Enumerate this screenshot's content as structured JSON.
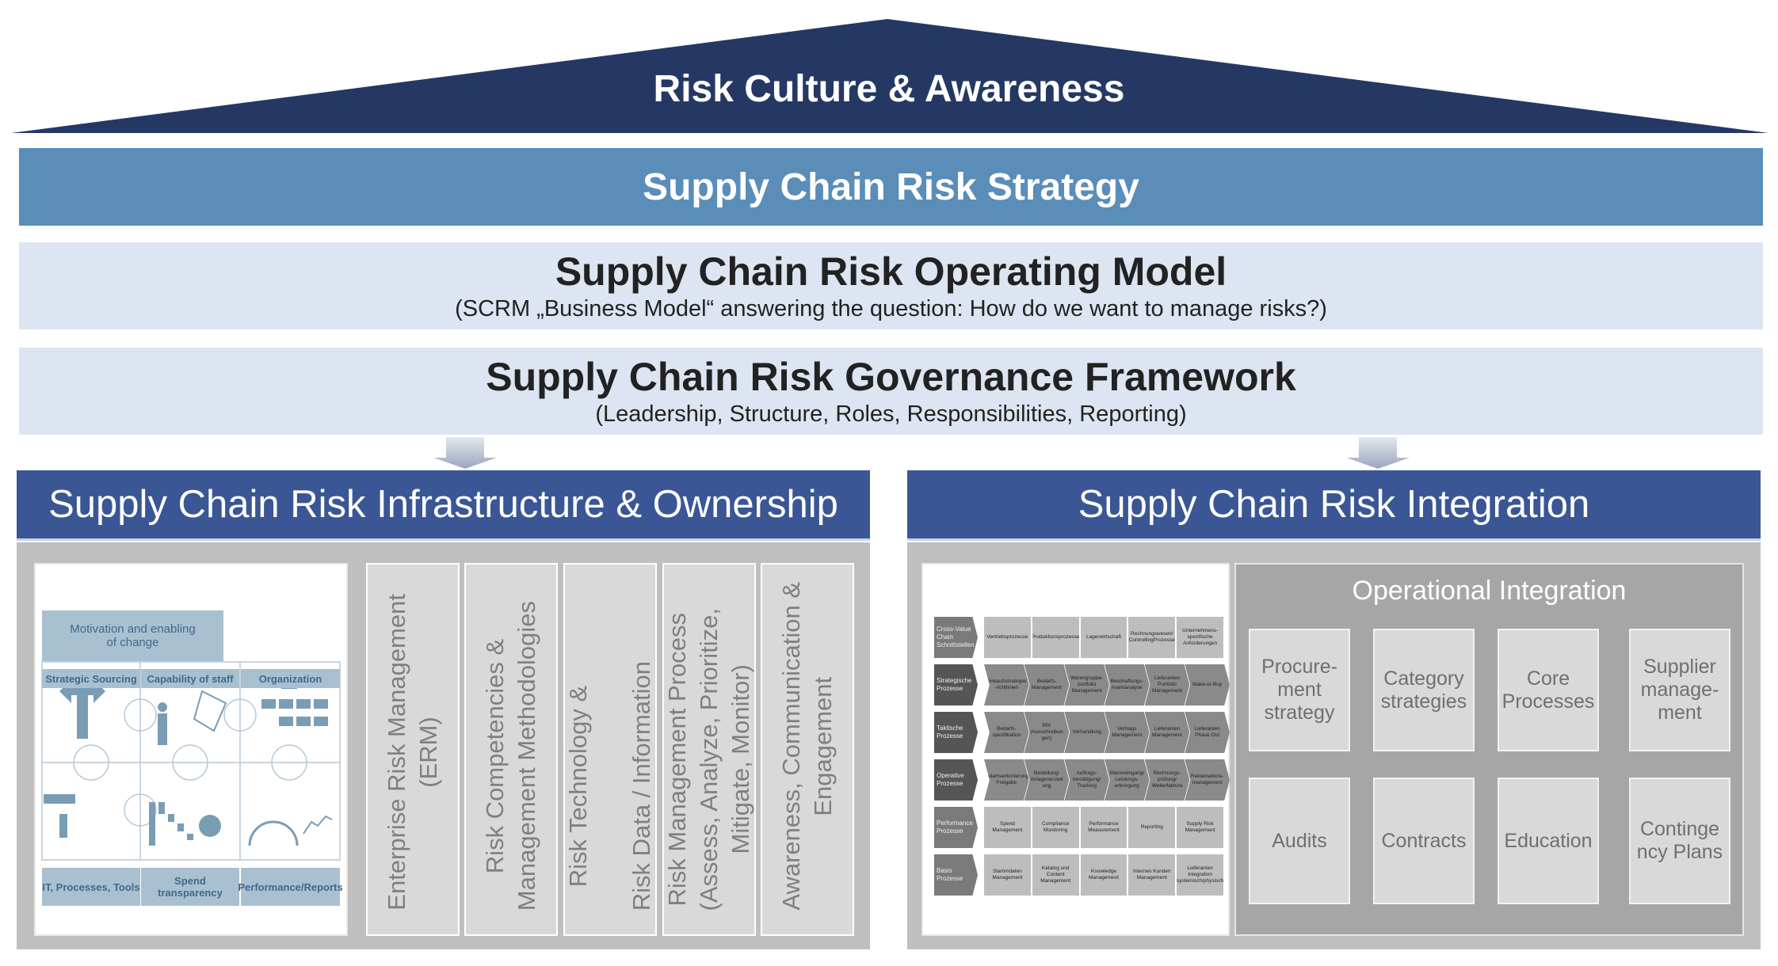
{
  "roof": {
    "title": "Risk Culture & Awareness",
    "color": "#253864"
  },
  "strategy": {
    "title": "Supply Chain Risk Strategy",
    "color": "#5a8db8"
  },
  "operating_model": {
    "title": "Supply Chain Risk Operating Model",
    "subtitle": "(SCRM „Business Model“ answering the question: How do we want to manage risks?)"
  },
  "governance": {
    "title": "Supply Chain Risk Governance Framework",
    "subtitle": "(Leadership, Structure, Roles, Responsibilities, Reporting)"
  },
  "infrastructure": {
    "title": "Supply Chain Risk Infrastructure & Ownership",
    "image": {
      "top_label": "Motivation and enabling\nof change",
      "headers": [
        "Strategic Sourcing",
        "Capability of staff",
        "Organization"
      ],
      "footers": [
        "IT, Processes, Tools",
        "Spend transparency",
        "Performance/Reports"
      ]
    },
    "pillars": [
      "Enterprise Risk Management\n(ERM)",
      "Risk Competencies &\nManagement Methodologies",
      "Risk Technology &\n\nRisk Data / Information",
      "Risk Management Process\n(Assess, Analyze, Prioritize,\nMitigate, Monitor)",
      "Awareness, Communication &\nEngagement"
    ]
  },
  "integration": {
    "title": "Supply Chain Risk Integration",
    "process_map": [
      {
        "label": "Cross-Value\nChain\nSchnittstellen",
        "shape": "box",
        "items": [
          "Vertriebsprozesse",
          "Produktionsprozesse",
          "Lagerwirtschaft",
          "Rechnungswesen/\nControllingProzesse",
          "Unternehmens-\nspezifische\nAnforderungen"
        ]
      },
      {
        "label": "Strategische\nProzesse",
        "shape": "chevron",
        "items": [
          "Einkaufsstrategie/\n-richtlinien",
          "Bedarfs-\nManagement",
          "Warengruppe-\nportfolio\nManagement",
          "Beschaffungs-\nmarktanalyse",
          "Lieferanten\nPortfolio\nManagement",
          "Make-or-Buy"
        ]
      },
      {
        "label": "Taktische\nProzesse",
        "shape": "chevron",
        "items": [
          "Bedarfs-\nspezifikation",
          "RfX\n(Ausschreibun\ngen)",
          "Verhandlung",
          "Vertrags\nManagement",
          "Lieferanten\nManagement",
          "Lieferanten\nPhase Out"
        ]
      },
      {
        "label": "Operative\nProzesse",
        "shape": "chevron",
        "items": [
          "Bedarfsanforderung/\nFreigabe",
          "Bestellung/\nAnlagenerstell\nung",
          "Auftrags-\nbestätigung/\nTracking",
          "Wareneingang/\nLeistungs-\nerbringung",
          "Rechnungs-\nprüfung/\nWeiterfaktura",
          "Reklamations-\nmanagement"
        ]
      },
      {
        "label": "Performance\nProzesse",
        "shape": "box",
        "items": [
          "Spend\nManagement",
          "Compliance\nMonitoring",
          "Performance\nMeasurement",
          "Reporting",
          "Supply Risk\nManagement"
        ]
      },
      {
        "label": "Basis Prozesse",
        "shape": "box",
        "items": [
          "Stammdaten\nManagement",
          "Katalog und Content\nManagement",
          "Knowledge\nManagement",
          "Internes Kunden\nManagement",
          "Lieferanten Integration\n(systemisch/physisch)"
        ]
      }
    ],
    "operational": {
      "title": "Operational Integration",
      "items": [
        "Procure-\nment\nstrategy",
        "Category\nstrategies",
        "Core\nProcesses",
        "Supplier\nmanage-\nment",
        "Audits",
        "Contracts",
        "Education",
        "Continge\nncy Plans"
      ]
    }
  },
  "colors": {
    "header": "#3a5694",
    "band": "#dde4f2",
    "panel": "#bfbfbf",
    "pillar": "#d9d9d9"
  }
}
